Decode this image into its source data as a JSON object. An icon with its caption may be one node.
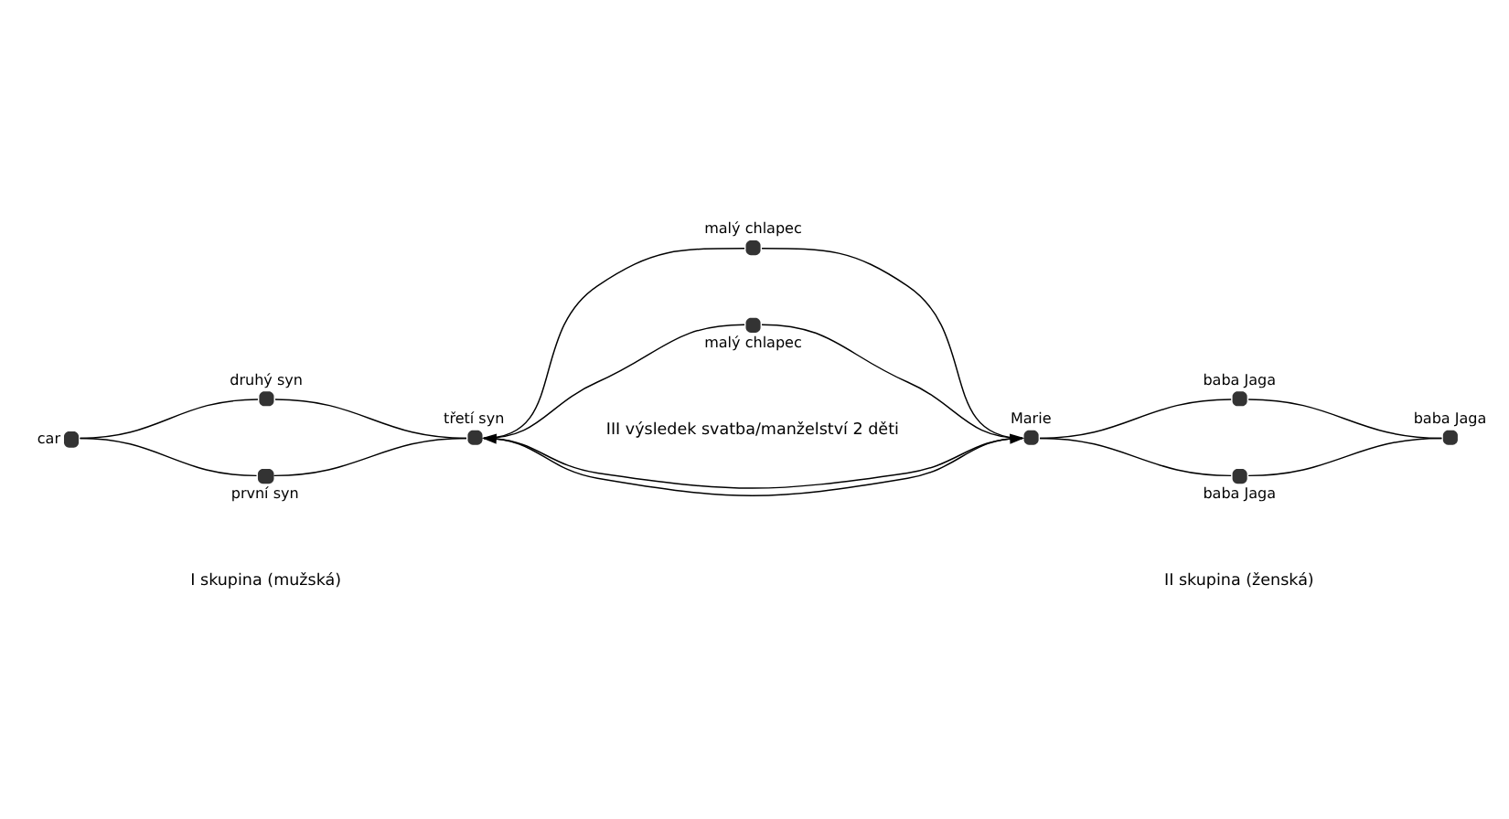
{
  "diagram": {
    "nodes": [
      {
        "text": [],
        "shape": "circle",
        "beside": [
          "car"
        ]
      },
      {
        "text": [],
        "shape": "circle",
        "beside": [
          "druhý syn"
        ]
      },
      {
        "text": [],
        "shape": "circle",
        "beside": [
          "první syn"
        ]
      },
      {
        "text": [],
        "shape": "circle",
        "beside": [
          "třetí syn"
        ]
      },
      {
        "text": [],
        "shape": "circle",
        "beside": [
          "malý chlapec"
        ]
      },
      {
        "text": [],
        "shape": "circle",
        "beside": [
          "malý chlapec"
        ]
      },
      {
        "text": [],
        "shape": "circle",
        "beside": [
          "Marie"
        ]
      },
      {
        "text": [],
        "shape": "circle",
        "beside": [
          "baba Jaga"
        ]
      },
      {
        "text": [],
        "shape": "circle",
        "beside": [
          "baba Jaga"
        ]
      },
      {
        "text": [],
        "shape": "circle",
        "beside": [
          "baba Jaga"
        ]
      }
    ],
    "edges": [
      {
        "from": 0,
        "to": 1,
        "arrow": "none"
      },
      {
        "from": 0,
        "to": 2,
        "arrow": "none"
      },
      {
        "from": 1,
        "to": 3,
        "arrow": "none"
      },
      {
        "from": 2,
        "to": 3,
        "arrow": "none"
      },
      {
        "from": 3,
        "to": 4,
        "arrow": "none"
      },
      {
        "from": 3,
        "to": 5,
        "arrow": "none"
      },
      {
        "from": 4,
        "to": 6,
        "arrow": "none"
      },
      {
        "from": 5,
        "to": 6,
        "arrow": "none"
      },
      {
        "from": 6,
        "to": 3,
        "arrow": "to"
      },
      {
        "from": 3,
        "to": 6,
        "arrow": "to"
      },
      {
        "from": 6,
        "to": 7,
        "arrow": "none"
      },
      {
        "from": 6,
        "to": 8,
        "arrow": "none"
      },
      {
        "from": 7,
        "to": 9,
        "arrow": "none"
      },
      {
        "from": 8,
        "to": 9,
        "arrow": "none"
      }
    ],
    "labels": [
      "I skupina (mužská)",
      "III výsledek svatba/manželství 2 děti",
      "II skupina (ženská)"
    ]
  }
}
